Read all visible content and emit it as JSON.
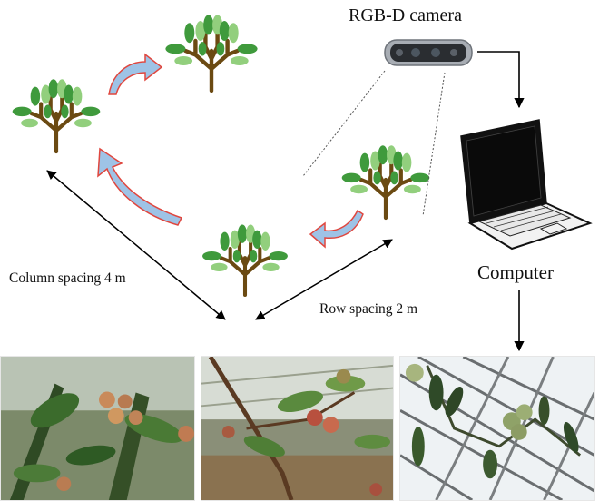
{
  "labels": {
    "camera": "RGB-D camera",
    "computer": "Computer",
    "column_spacing": "Column spacing 4 m",
    "row_spacing": "Row spacing 2 m"
  },
  "colors": {
    "leaf_dark": "#3f9a3c",
    "leaf_light": "#92cf7d",
    "trunk": "#6b4a12",
    "arrow_fill": "#9ec3e6",
    "arrow_outline": "#e0473f",
    "line": "#000000",
    "camera_body": "#a8adb4"
  },
  "icons": {
    "trees": "tree-icon",
    "camera": "rgbd-camera-icon",
    "computer": "laptop-icon"
  }
}
